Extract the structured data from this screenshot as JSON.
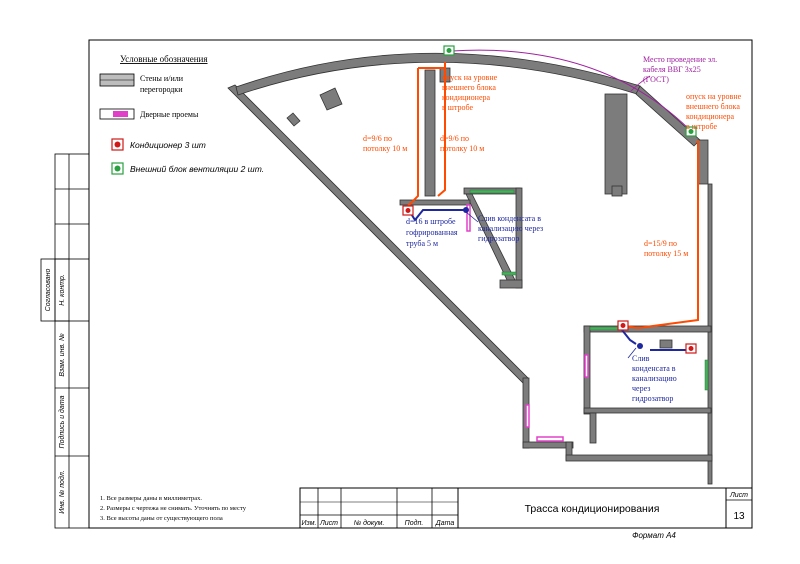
{
  "legend": {
    "title": "Условные обозначения",
    "walls_line1": "Стены и/или",
    "walls_line2": "перегородки",
    "doors": "Дверные проемы",
    "ac": "Кондиционер 3 шт",
    "vent": "Внешний блок вентиляции 2 шт."
  },
  "notes": [
    "1.    Все  размеры даны в миллиметрах.",
    "2.    Размеры с чертежа не снимать. Уточнять по месту",
    "3.    Все высоты даны от существующего пола"
  ],
  "annotations": {
    "drop1": [
      "опуск на уровне",
      "внешнего блока",
      "кондиционера",
      "в штробе"
    ],
    "drop2": [
      "опуск на уровне",
      "внешнего блока",
      "кондиционера",
      "в штробе"
    ],
    "cable": [
      "Место проведение эл.",
      "кабеля ВВГ 3х25",
      "(ГОСТ)"
    ],
    "pipe1": [
      "d=9/6 по",
      "потолку 10 м"
    ],
    "pipe2": [
      "d=9/6 по",
      "потолку 10 м"
    ],
    "pipe3": [
      "d=15/9 по",
      "потолку 15 м"
    ],
    "corrugated": [
      "d=16 в штробе",
      "гофрированная",
      "труба 5 м"
    ],
    "drain1": [
      "Слив конденсата в",
      "канализацию через",
      "гидрозатвор"
    ],
    "drain2": [
      "Слив",
      "конденсата в",
      "канализацию",
      "через",
      "гидрозатвор"
    ]
  },
  "stamp": {
    "side_labels": [
      "Согласовано",
      "Н. контр.",
      "Взам. инв. №",
      "Подпись и дата",
      "Инв. № подл."
    ],
    "columns": [
      "Изм.",
      "Лист",
      "№ докум.",
      "Подп.",
      "Дата"
    ],
    "title": "Трасса кондиционирования",
    "sheet_label": "Лист",
    "sheet_number": "13",
    "format": "Формат А4"
  },
  "colors": {
    "wall": "#7c7c7c",
    "copper_pipe": "#ff4a00",
    "drain": "#1e28a0",
    "door": "#e040c8",
    "window": "#46b05a",
    "cable": "#a020a0",
    "ac_unit": "#d01818",
    "vent_unit": "#28a040"
  }
}
